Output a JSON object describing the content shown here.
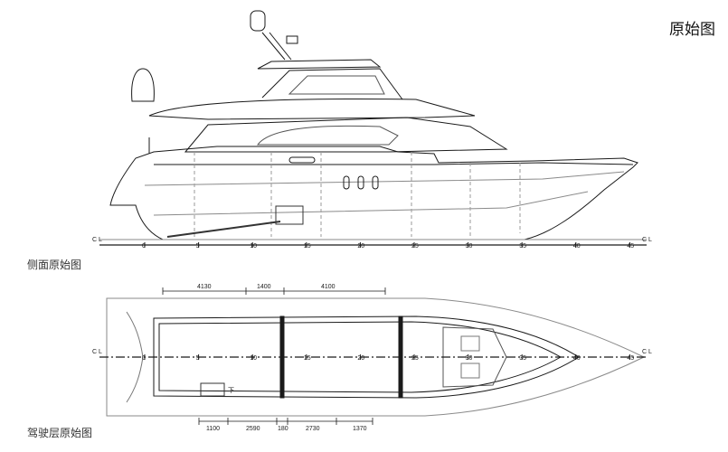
{
  "title": "原始图",
  "side_view": {
    "caption": "侧面原始图",
    "cl_label": "C L",
    "station_labels": [
      "0",
      "5",
      "10",
      "15",
      "20",
      "25",
      "30",
      "35",
      "40",
      "45"
    ]
  },
  "flybridge_view": {
    "caption": "驾驶层原始图",
    "cl_label": "C L",
    "station_labels": [
      "0",
      "5",
      "10",
      "15",
      "20",
      "25",
      "30",
      "35",
      "40",
      "45"
    ],
    "dims_top": [
      "4130",
      "1400",
      "4100"
    ],
    "dims_bottom": [
      "1100",
      "2590",
      "180",
      "2730",
      "1370"
    ],
    "stair_label": "下"
  },
  "colors": {
    "line": "#1a1a1a",
    "light": "#8a8a8a",
    "dash": "#9a9a9a"
  }
}
